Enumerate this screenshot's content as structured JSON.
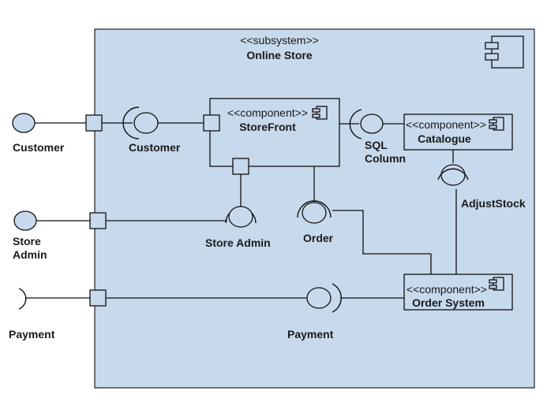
{
  "subsystem": {
    "stereotype": "<<subsystem>>",
    "name": "Online Store"
  },
  "components": {
    "storefront": {
      "stereotype": "<<component>>",
      "name": "StoreFront"
    },
    "catalogue": {
      "stereotype": "<<component>>",
      "name": "Catalogue"
    },
    "order_system": {
      "stereotype": "<<component>>",
      "name": "Order System"
    }
  },
  "actors": {
    "customer": {
      "line1": "Customer"
    },
    "store_admin": {
      "line1": "Store",
      "line2": "Admin"
    },
    "payment": {
      "line1": "Payment"
    }
  },
  "interfaces": {
    "customer": "Customer",
    "sql_column": {
      "line1": "SQL",
      "line2": "Column"
    },
    "store_admin": "Store Admin",
    "order": "Order",
    "adjust_stock": "AdjustStock",
    "payment": "Payment"
  },
  "colors": {
    "subsystem_fill": "#c7d9ec",
    "stroke": "#111111"
  }
}
